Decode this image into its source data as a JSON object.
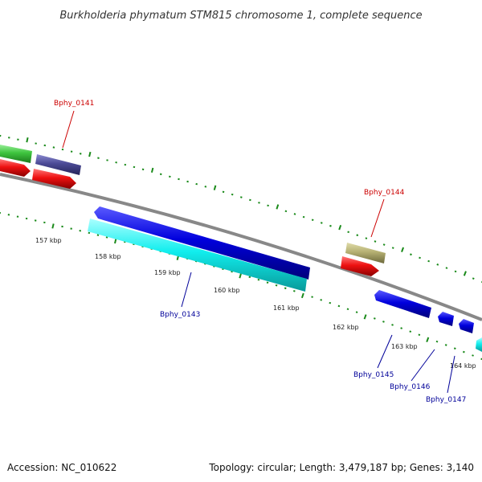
{
  "title": "Burkholderia phymatum STM815 chromosome 1, complete sequence",
  "footer": {
    "accession": "Accession: NC_010622",
    "summary": "Topology: circular; Length: 3,479,187 bp; Genes: 3,140"
  },
  "ticks": [
    {
      "label": "157 kbp"
    },
    {
      "label": "158 kbp"
    },
    {
      "label": "159 kbp"
    },
    {
      "label": "160 kbp"
    },
    {
      "label": "161 kbp"
    },
    {
      "label": "162 kbp"
    },
    {
      "label": "163 kbp"
    },
    {
      "label": "164 kbp"
    }
  ],
  "genes": [
    {
      "name": "Bphy_0141",
      "strand": "forward",
      "color": "#4b4a96"
    },
    {
      "name": "Bphy_0143",
      "strand": "reverse",
      "color": "#0000dd"
    },
    {
      "name": "Bphy_0144",
      "strand": "forward",
      "color": "#b5b072"
    },
    {
      "name": "Bphy_0145",
      "strand": "reverse",
      "color": "#0000dd"
    },
    {
      "name": "Bphy_0146",
      "strand": "reverse",
      "color": "#0000dd"
    },
    {
      "name": "Bphy_0147",
      "strand": "reverse",
      "color": "#0000dd"
    }
  ],
  "colors": {
    "forward_label": "#cc0000",
    "reverse_label": "#000099",
    "backbone": "#888888",
    "tick": "#1a8a1a",
    "green_feature": "#3ec43e",
    "red_feature": "#ee1111",
    "cyan_feature": "#11eeee",
    "blue_feature": "#0000dd",
    "olive_feature": "#b5b072",
    "purple_feature": "#4b4a96"
  }
}
